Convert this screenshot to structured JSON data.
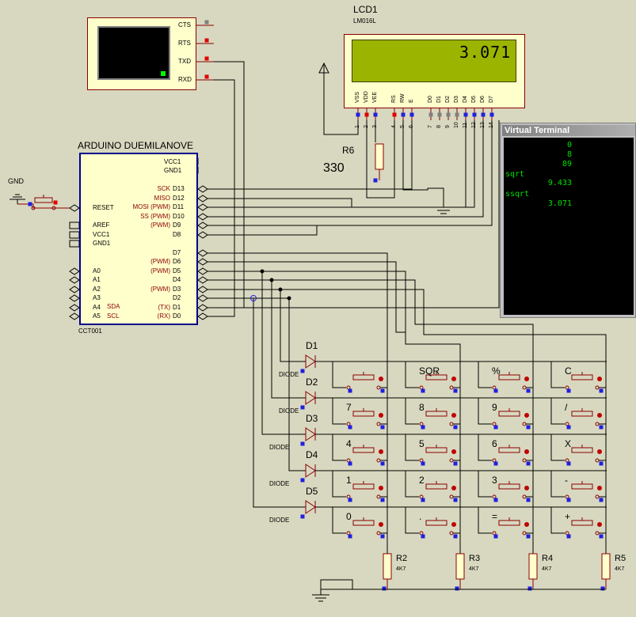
{
  "lcd": {
    "ref": "LCD1",
    "model": "LM016L",
    "display": "3.071",
    "pin_labels": [
      "VSS",
      "VDD",
      "VEE",
      "RS",
      "RW",
      "E",
      "D0",
      "D1",
      "D2",
      "D3",
      "D4",
      "D5",
      "D6",
      "D7"
    ],
    "pin_numbers": [
      "1",
      "2",
      "3",
      "4",
      "5",
      "6",
      "7",
      "8",
      "9",
      "10",
      "11",
      "12",
      "13",
      "14"
    ]
  },
  "serial_monitor": {
    "pins": [
      "CTS",
      "RTS",
      "TXD",
      "RXD"
    ]
  },
  "arduino": {
    "title": "ARDUINO DUEMILANOVE",
    "ref": "CCT001",
    "left_pins": [
      "RESET",
      "AREF",
      "VCC1",
      "GND1",
      "A0",
      "A1",
      "A2",
      "A3",
      "A4",
      "A5"
    ],
    "left_special": [
      "SDA",
      "SCL"
    ],
    "right_top_pins": [
      "VCC1",
      "GND1"
    ],
    "right_pins": [
      "D13",
      "D12",
      "D11",
      "D10",
      "D9",
      "D8",
      "D7",
      "D6",
      "D5",
      "D4",
      "D3",
      "D2",
      "D1",
      "D0"
    ],
    "right_functions": [
      "SCK",
      "MISO",
      "MOSI (PWM)",
      "SS (PWM)",
      "(PWM)",
      "",
      "",
      "(PWM)",
      "(PWM)",
      "",
      "(PWM)",
      "",
      "(TX)",
      "(RX)"
    ]
  },
  "gnd_label": "GND",
  "r6": {
    "ref": "R6",
    "value": "330"
  },
  "terminal": {
    "title": "Virtual Terminal",
    "lines": [
      {
        "text": "0",
        "align": "right"
      },
      {
        "text": "8",
        "align": "right"
      },
      {
        "text": "89",
        "align": "right"
      },
      {
        "text": "sqrt",
        "align": "left"
      },
      {
        "text": "9.433",
        "align": "right"
      },
      {
        "text": "ssqrt",
        "align": "left"
      },
      {
        "text": "3.071",
        "align": "right"
      }
    ]
  },
  "diodes": [
    {
      "ref": "D1",
      "type": "DIODE"
    },
    {
      "ref": "D2",
      "type": "DIODE"
    },
    {
      "ref": "D3",
      "type": "DIODE"
    },
    {
      "ref": "D4",
      "type": "DIODE"
    },
    {
      "ref": "D5",
      "type": "DIODE"
    }
  ],
  "keypad": [
    [
      "",
      "SQR",
      "%",
      "C"
    ],
    [
      "7",
      "8",
      "9",
      "/"
    ],
    [
      "4",
      "5",
      "6",
      "X"
    ],
    [
      "1",
      "2",
      "3",
      "-"
    ],
    [
      "0",
      ".",
      "=",
      "+"
    ]
  ],
  "resistors": [
    {
      "ref": "R2",
      "value": "4K7"
    },
    {
      "ref": "R3",
      "value": "4K7"
    },
    {
      "ref": "R4",
      "value": "4K7"
    },
    {
      "ref": "R5",
      "value": "4K7"
    }
  ]
}
